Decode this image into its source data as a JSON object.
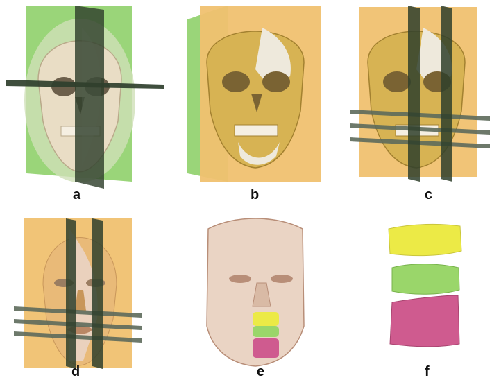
{
  "figure": {
    "panels": [
      {
        "label": "a",
        "content": "skull-with-transparent-face-and-two-planes"
      },
      {
        "label": "b",
        "content": "skull-with-two-vertical-planes"
      },
      {
        "label": "c",
        "content": "skull-with-vertical-and-horizontal-planes"
      },
      {
        "label": "d",
        "content": "face-with-vertical-and-horizontal-planes"
      },
      {
        "label": "e",
        "content": "face-with-colored-lip-segments"
      },
      {
        "label": "f",
        "content": "isolated-colored-lip-segments"
      }
    ],
    "colors": {
      "green_plane": "#8fd06a",
      "orange_plane": "#f0c170",
      "dark_plane": "#2f3f2c",
      "bone": "#e9ddc5",
      "bone_yellow": "#d7b353",
      "skin": "#ead4c4",
      "segment_yellow": "#ecea46",
      "segment_green": "#9ad66a",
      "segment_pink": "#cf5b8f"
    }
  }
}
